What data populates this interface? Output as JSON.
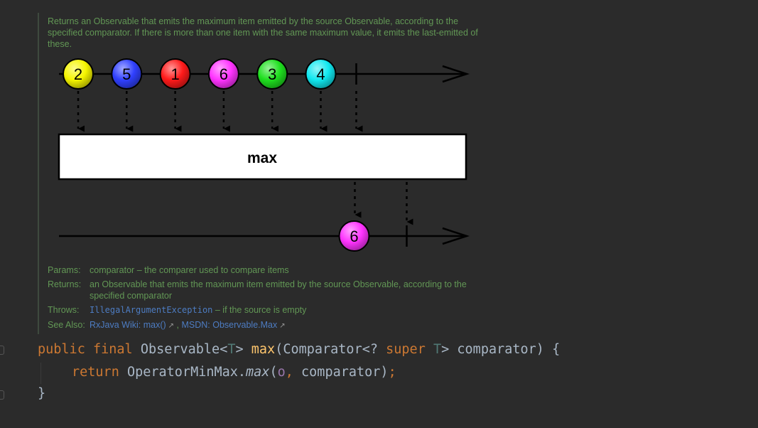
{
  "doc": {
    "description": "Returns an Observable that emits the maximum item emitted by the source Observable, according to the specified comparator. If there is more than one item with the same maximum value, it emits the last-emitted of these.",
    "params_label": "Params:",
    "params_text": "comparator – the comparer used to compare items",
    "returns_label": "Returns:",
    "returns_text": "an Observable that emits the maximum item emitted by the source Observable, according to the specified comparator",
    "throws_label": "Throws:",
    "throws_class": "IllegalArgumentException",
    "throws_text": " – if the source is empty",
    "see_label": "See Also:",
    "see_link1": "RxJava Wiki: max()",
    "see_separator": " , ",
    "see_link2": "MSDN: Observable.Max"
  },
  "diagram": {
    "input_items": [
      {
        "label": "2",
        "color": "#f5f500"
      },
      {
        "label": "5",
        "color": "#3040ff"
      },
      {
        "label": "1",
        "color": "#ff1a1a"
      },
      {
        "label": "6",
        "color": "#ff33ff"
      },
      {
        "label": "3",
        "color": "#1fe01f"
      },
      {
        "label": "4",
        "color": "#10e8f0"
      }
    ],
    "operator_label": "max",
    "output_item": {
      "label": "6",
      "color": "#ff33ff"
    }
  },
  "code": {
    "line1": {
      "kw_public": "public",
      "kw_final": "final",
      "type_observable": "Observable",
      "lt": "<",
      "type_t": "T",
      "gt": ">",
      "method_name": "max",
      "paren_open": "(",
      "type_comparator": "Comparator",
      "lt2": "<",
      "wildcard": "? ",
      "kw_super": "super",
      "type_t2": "T",
      "gt2": ">",
      "param": "comparator",
      "paren_close_brace": ") {"
    },
    "line2": {
      "kw_return": "return",
      "class_name": "OperatorMinMax",
      "dot": ".",
      "method": "max",
      "paren_open": "(",
      "field_o": "o",
      "comma": ",",
      "arg": "comparator",
      "paren_close": ")",
      "semicolon": ";"
    },
    "line3": "}"
  },
  "icons": {
    "external_link": "↗"
  }
}
